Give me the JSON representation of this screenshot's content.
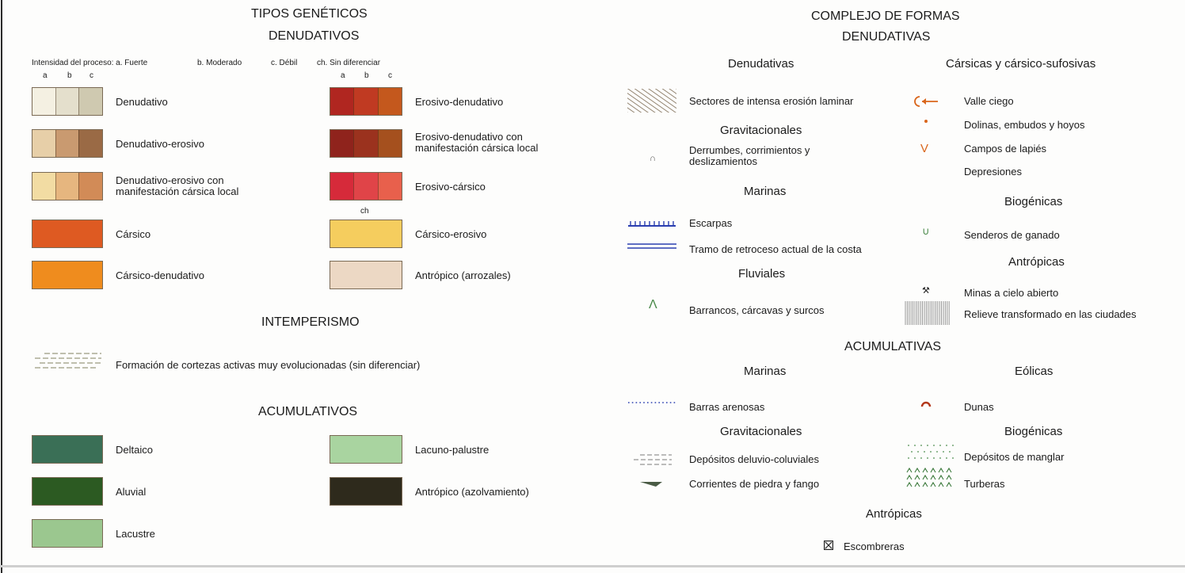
{
  "left": {
    "title": "TIPOS GENÉTICOS",
    "denudativos": {
      "heading": "DENUDATIVOS",
      "intensity_label": "Intensidad del proceso: a. Fuerte",
      "intensity_b": "b. Moderado",
      "intensity_c": "c. Débil",
      "intensity_ch": "ch. Sin diferenciar",
      "col_a": "a",
      "col_b": "b",
      "col_c": "c",
      "col_ch": "ch",
      "items": [
        {
          "label": "Denudativo",
          "colors": [
            "#f4f0e2",
            "#e4dfcc",
            "#cfc9b0"
          ]
        },
        {
          "label": "Denudativo-erosivo",
          "colors": [
            "#e7cfa8",
            "#c99a70",
            "#9a6a45"
          ]
        },
        {
          "label": "Denudativo-erosivo con",
          "label2": "manifestación cársica local",
          "colors": [
            "#f2dca3",
            "#e6b67f",
            "#d28b57"
          ]
        },
        {
          "label": "Cársico",
          "colors": [
            "#de5a22"
          ]
        },
        {
          "label": "Cársico-denudativo",
          "colors": [
            "#ef8c1e"
          ]
        },
        {
          "label": "Erosivo-denudativo",
          "colors": [
            "#b02620",
            "#c03a22",
            "#c4581d"
          ]
        },
        {
          "label": "Erosivo-denudativo con",
          "label2": "manifestación cársica local",
          "colors": [
            "#8f231c",
            "#9b321e",
            "#a5501e"
          ]
        },
        {
          "label": "Erosivo-cársico",
          "colors": [
            "#d62a3a",
            "#e04448",
            "#e8604c"
          ]
        },
        {
          "label": "Cársico-erosivo",
          "colors": [
            "#f5cd5e"
          ]
        },
        {
          "label": "Antrópico (arrozales)",
          "colors": [
            "#ecd8c4"
          ]
        }
      ]
    },
    "intemperismo": {
      "heading": "INTEMPERISMO",
      "label": "Formación de cortezas activas muy evolucionadas (sin diferenciar)"
    },
    "acumulativos": {
      "heading": "ACUMULATIVOS",
      "items": [
        {
          "label": "Deltaico",
          "color": "#3a6f56"
        },
        {
          "label": "Aluvial",
          "color": "#2c5a22"
        },
        {
          "label": "Lacustre",
          "color": "#9bc78f"
        },
        {
          "label": "Lacuno-palustre",
          "color": "#a9d4a0"
        },
        {
          "label": "Antrópico (azolvamiento)",
          "color": "#2e2a1c"
        }
      ]
    }
  },
  "right": {
    "title": "COMPLEJO DE FORMAS",
    "denudativas_heading": "DENUDATIVAS",
    "denudativas": {
      "heading": "Denudativas",
      "laminar": "Sectores de intensa erosión laminar",
      "gravitacionales_heading": "Gravitacionales",
      "derrumbes": "Derrumbes, corrimientos y",
      "derrumbes2": "deslizamientos",
      "marinas_heading": "Marinas",
      "escarpas": "Escarpas",
      "retroceso": "Tramo de retroceso actual de la costa",
      "fluviales_heading": "Fluviales",
      "barrancos": "Barrancos, cárcavas y surcos"
    },
    "carsicas": {
      "heading": "Cársicas y cársico-sufosivas",
      "valle": "Valle ciego",
      "dolinas": "Dolinas, embudos y hoyos",
      "lapies": "Campos de lapiés",
      "depresiones": "Depresiones",
      "biogenicas_heading": "Biogénicas",
      "senderos": "Senderos de ganado",
      "antropicas_heading": "Antrópicas",
      "minas": "Minas a cielo abierto",
      "relieve": "Relieve transformado en las ciudades"
    },
    "acumulativas_heading": "ACUMULATIVAS",
    "acumulativas": {
      "marinas_heading": "Marinas",
      "barras": "Barras arenosas",
      "gravitacionales_heading": "Gravitacionales",
      "depositos": "Depósitos deluvio-coluviales",
      "corrientes": "Corrientes de piedra y fango",
      "eolicas_heading": "Eólicas",
      "dunas": "Dunas",
      "biogenicas_heading": "Biogénicas",
      "manglar": "Depósitos de manglar",
      "turberas": "Turberas",
      "antropicas_heading": "Antrópicas",
      "escombreras": "Escombreras"
    }
  },
  "colors": {
    "symbol_orange": "#d9661c",
    "symbol_blue": "#2b3fb0",
    "symbol_green": "#4a8a4a",
    "dunas_red": "#b3381c",
    "hatch_brown": "#7a6850"
  }
}
